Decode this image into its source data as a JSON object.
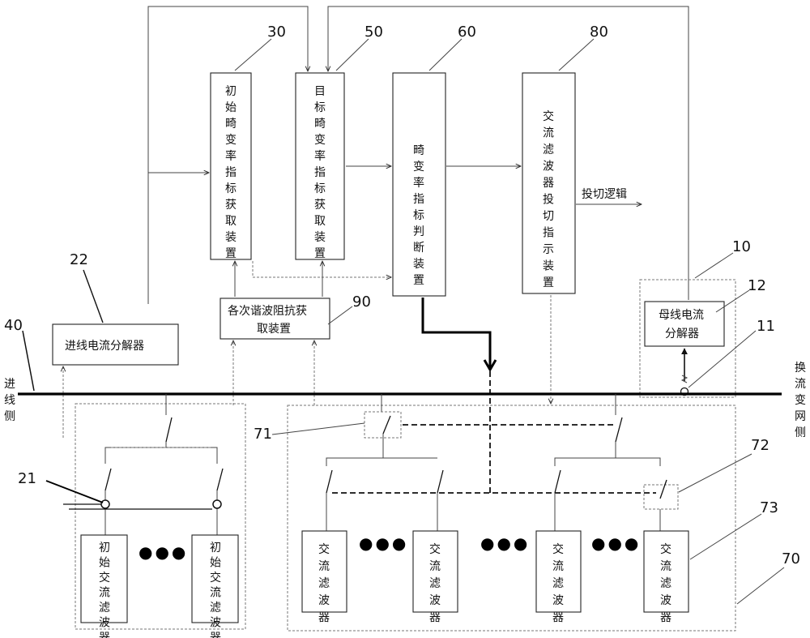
{
  "diagram": {
    "labels": {
      "n30": "30",
      "n50": "50",
      "n60": "60",
      "n80": "80",
      "n22": "22",
      "n90": "90",
      "n10": "10",
      "n12": "12",
      "n11": "11",
      "n40": "40",
      "n71": "71",
      "n72": "72",
      "n73": "73",
      "n21": "21",
      "n70": "70"
    },
    "boxes": {
      "initial_index": "初始畸变率指标获取装置",
      "target_index": "目标畸变率指标获取装置",
      "judge": "畸变率指标判断装置",
      "filter_switch_indicator": "交流滤波器投切指示装置",
      "incoming_decomposer": "进线电流分解器",
      "harmonic_impedance_1": "各次谐波阻抗获",
      "harmonic_impedance_2": "取装置",
      "bus_decomposer_1": "母线电流",
      "bus_decomposer_2": "分解器",
      "initial_filter": "初始交流滤波器",
      "ac_filter": "交流滤波器"
    },
    "texts": {
      "switch_logic": "投切逻辑",
      "incoming_side": "进线侧",
      "converter_grid_side": "换流变网侧",
      "dots": "●●●"
    }
  }
}
